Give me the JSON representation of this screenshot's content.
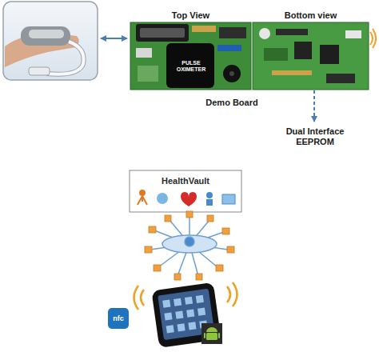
{
  "diagram": {
    "nodes": [
      {
        "text": [
          "Top View",
          "PULSE OXIMETER"
        ]
      },
      {
        "text": [
          "Bottom view"
        ]
      },
      {
        "text": [
          "HealthVault"
        ]
      }
    ],
    "labels": [
      "Demo Board",
      "Dual Interface EEPROM",
      "nfc"
    ]
  }
}
